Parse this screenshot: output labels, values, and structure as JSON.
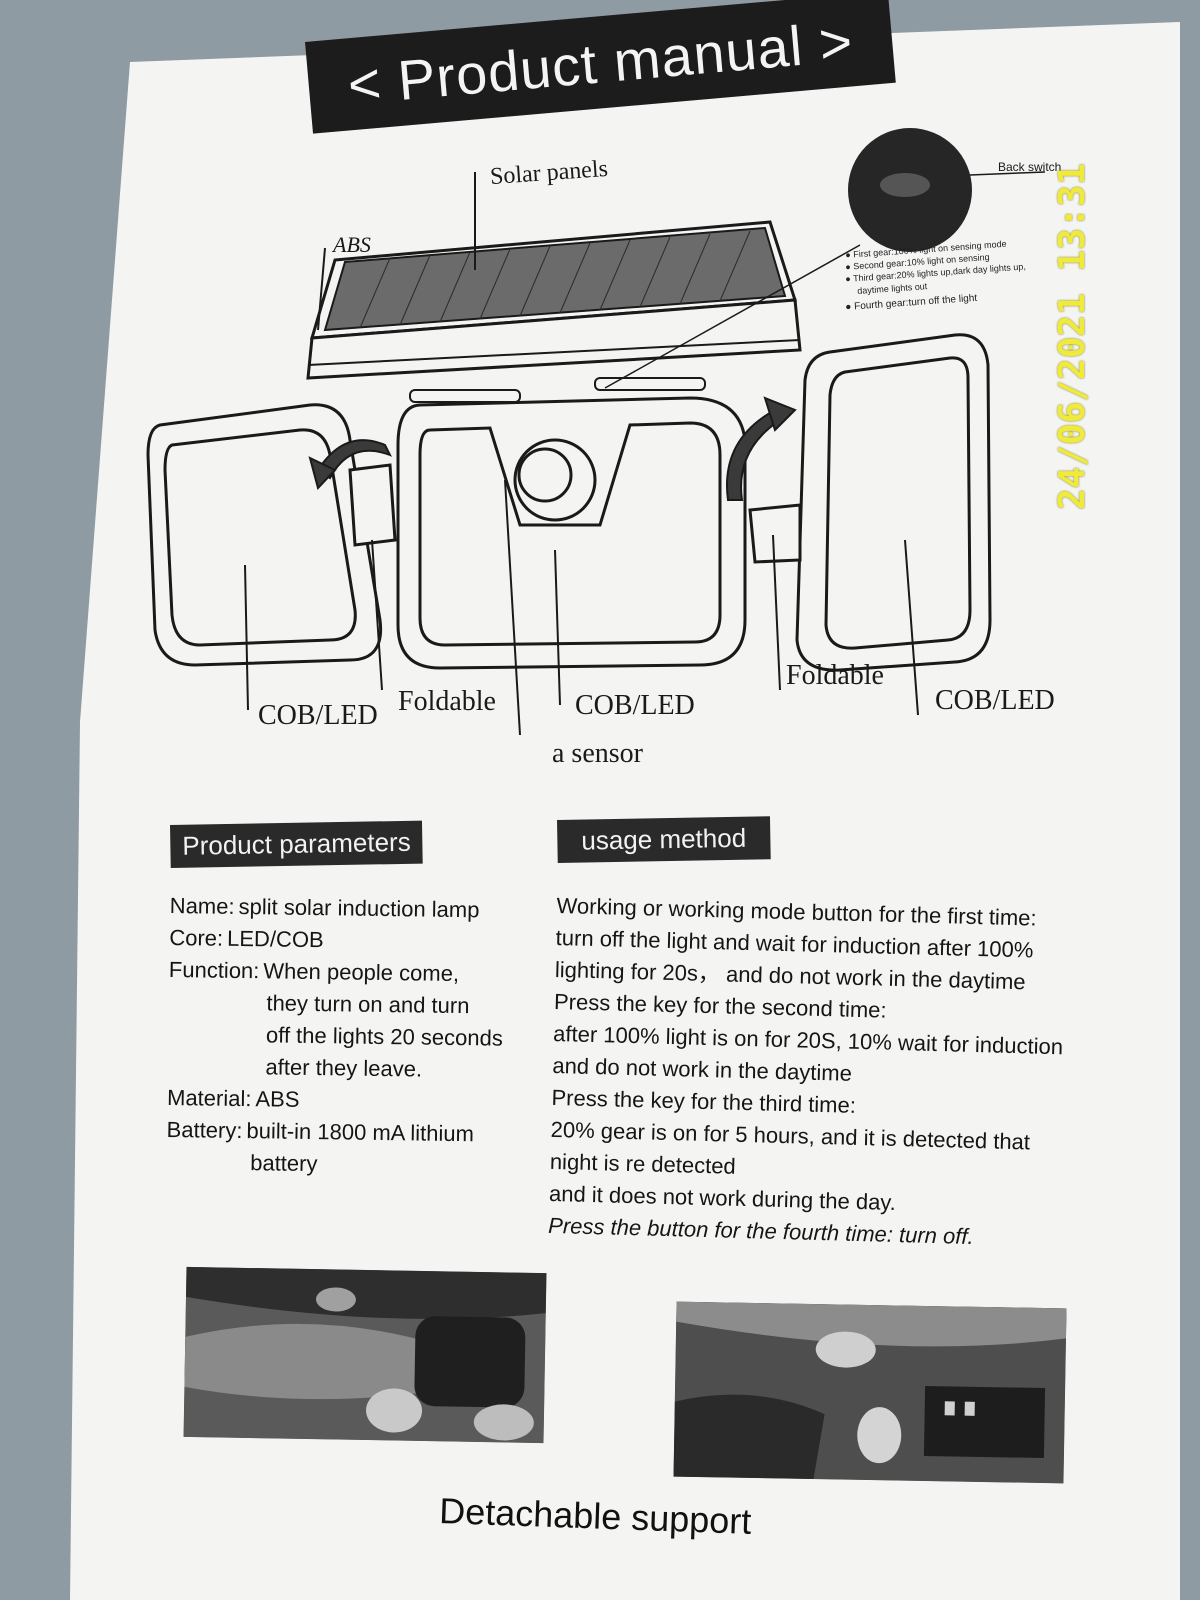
{
  "header": {
    "title": "< Product manual >"
  },
  "diagram": {
    "labels": {
      "solar_panels": "Solar panels",
      "abs": "ABS",
      "back_switch": "Back switch",
      "cob_led_left": "COB/LED",
      "foldable_left": "Foldable",
      "cob_led_center": "COB/LED",
      "a_sensor": "a sensor",
      "foldable_right": "Foldable",
      "cob_led_right": "COB/LED"
    },
    "gears": [
      "First gear:100% light on sensing mode",
      "Second gear:10% light on sensing",
      "Third gear:20% lights up,dark day lights up,",
      "daytime lights out",
      "Fourth gear:turn off the light"
    ]
  },
  "parameters": {
    "heading": "Product parameters",
    "name_key": "Name:",
    "name_val": "split solar induction lamp",
    "core_key": "Core:",
    "core_val": "LED/COB",
    "function_key": "Function:",
    "function_lines": [
      "When people come,",
      "they turn on and turn",
      "off the lights 20 seconds",
      "after they leave."
    ],
    "material_key": "Material:",
    "material_val": "ABS",
    "battery_key": "Battery:",
    "battery_lines": [
      "built-in 1800 mA lithium",
      "battery"
    ]
  },
  "usage": {
    "heading": "usage method",
    "lines": [
      "Working or working mode button for the first time:",
      "turn off the light and wait for induction after 100%",
      "lighting for 20s， and do not work in the daytime",
      "Press the key for the second time:",
      "after 100% light is on for 20S, 10% wait for induction",
      "and do not work in the daytime",
      "Press the key for the third time:",
      "20% gear is on for 5 hours, and it is detected that",
      "night is re detected",
      "and it does not work during the day.",
      "Press the button for the fourth time: turn off."
    ]
  },
  "footer": {
    "caption": "Detachable support"
  },
  "timestamp": "24/06/2021  13:31"
}
